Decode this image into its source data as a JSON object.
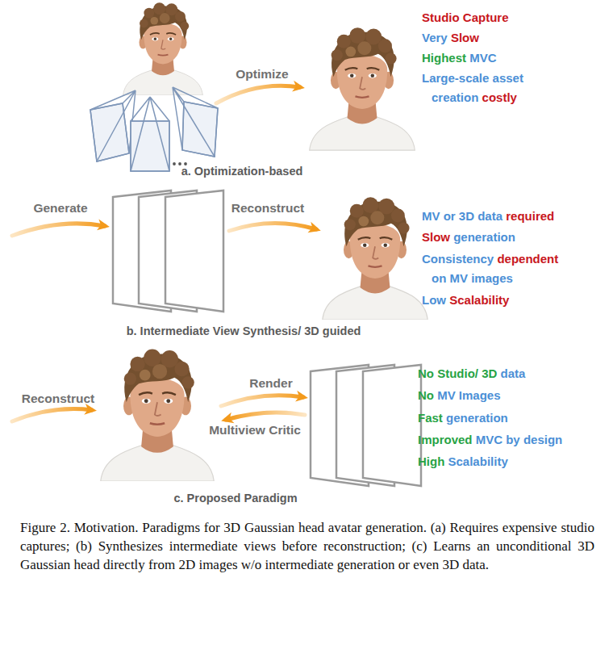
{
  "diagram": {
    "caption": "Figure 2. Motivation. Paradigms for 3D Gaussian head avatar generation. (a) Requires expensive studio captures; (b) Synthesizes intermediate views before reconstruction; (c) Learns an unconditional 3D Gaussian head directly from 2D images w/o intermediate generation or even 3D data.",
    "labels": [
      "Optimize",
      "Studio Capture",
      "Very",
      "Slow",
      "Highest",
      "MVC",
      "Large-scale asset creation",
      "costly",
      "a. Optimization-based",
      "Generate",
      "Reconstruct",
      "MV or 3D data",
      "required",
      "Slow",
      "generation",
      "Consistency",
      "dependent",
      "on MV images",
      "Low",
      "Scalability",
      "b. Intermediate View Synthesis/ 3D guided",
      "Reconstruct",
      "Render",
      "Multiview Critic",
      "No Studio/ 3D",
      "data",
      "No",
      "MV Images",
      "Fast",
      "generation",
      "Improved",
      "MVC by design",
      "High",
      "Scalability",
      "c. Proposed Paradigm"
    ]
  }
}
